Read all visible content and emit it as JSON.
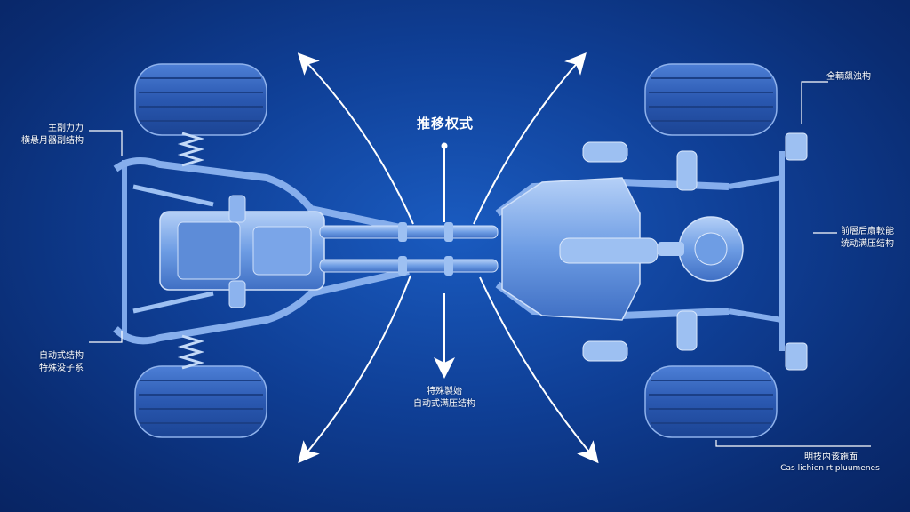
{
  "diagram": {
    "title": "推移权式",
    "labels": {
      "top_left_line1": "主副力力",
      "top_left_line2": "横悬月器副结构",
      "bottom_left_line1": "自动式结构",
      "bottom_left_line2": "特殊没子系",
      "center_line1": "特殊製始",
      "center_line2": "自动式满压结构",
      "top_right": "全輌飙浊构",
      "mid_right_line1": "前層后扇較能",
      "mid_right_line2": "统动满压结构",
      "bottom_right_line1": "明技内该施面",
      "bottom_right_line2": "Cas lichien rt pluumenes"
    },
    "colors": {
      "background": "#0f3f96",
      "component": "#6f9fe6",
      "component_light": "#a9c8f5",
      "tire": "#2f5fb8",
      "arrow": "#ffffff"
    }
  }
}
